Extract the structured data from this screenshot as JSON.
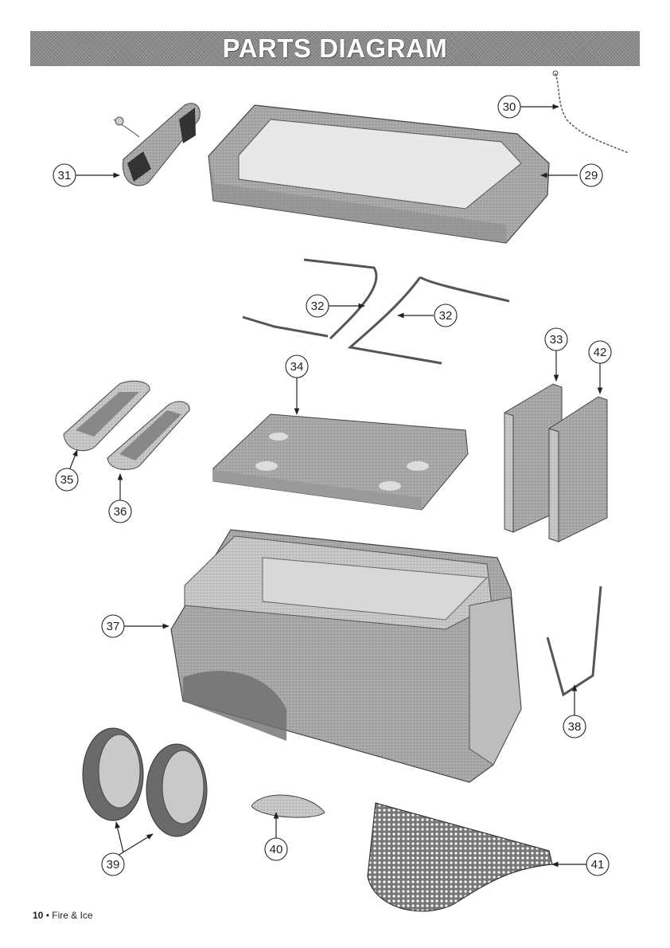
{
  "header": {
    "title": "PARTS DIAGRAM"
  },
  "callouts": [
    "29",
    "30",
    "31",
    "32",
    "32",
    "33",
    "34",
    "35",
    "36",
    "37",
    "38",
    "39",
    "40",
    "41",
    "42"
  ],
  "footer": {
    "page_number": "10",
    "separator": "•",
    "product": "Fire & Ice"
  },
  "colors": {
    "banner": "#8a8a8a",
    "part_fill": "#a9a9a9",
    "part_dark": "#7a7a7a",
    "line": "#222222"
  }
}
